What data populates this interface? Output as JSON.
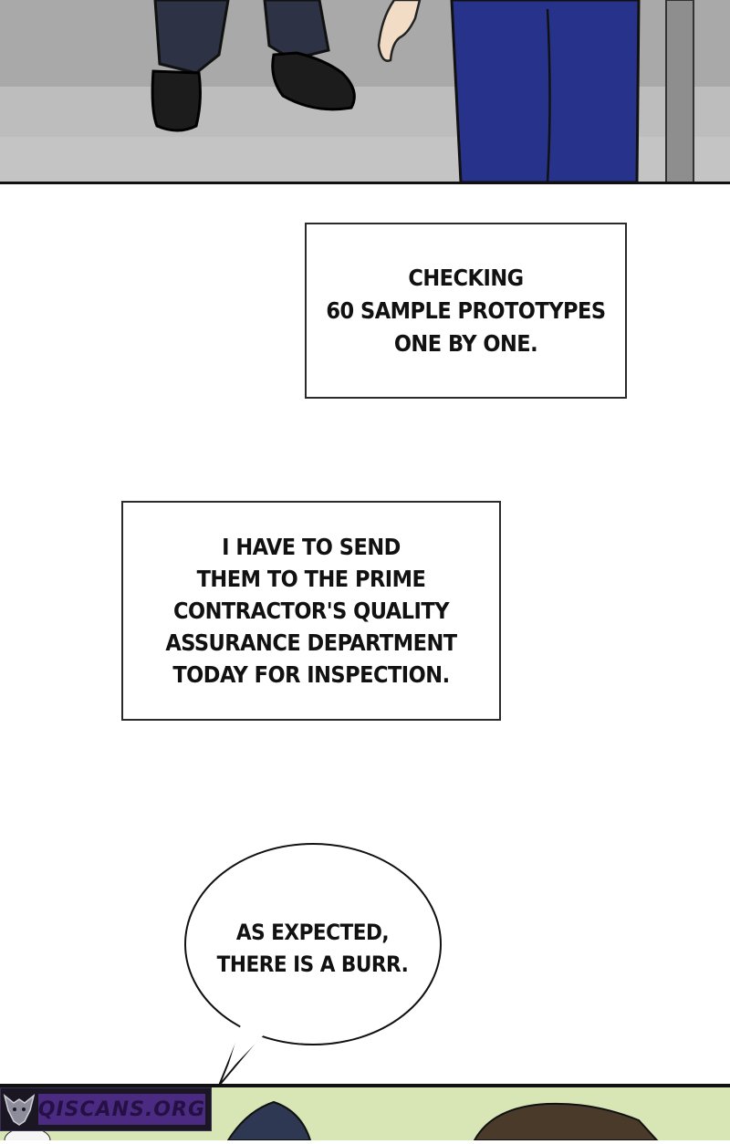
{
  "captions": {
    "first": "CHECKING\n60 SAMPLE PROTOTYPES\nONE BY ONE.",
    "second": "I HAVE TO SEND\nTHEM TO THE PRIME\nCONTRACTOR'S QUALITY\nASSURANCE DEPARTMENT\nTODAY FOR INSPECTION."
  },
  "speech_bubble": {
    "text": "AS EXPECTED,\nTHERE IS A BURR."
  },
  "watermark": {
    "text": "QISCANS.ORG",
    "icon": "wolf-logo-icon"
  },
  "colors": {
    "floor": "#b8b8b8",
    "trousers_navy": "#27338a",
    "trousers_dark": "#2d3344",
    "shoe": "#1c1c1c",
    "bottom_panel_bg": "#d7e6b4",
    "watermark_purple": "#4b2a82"
  }
}
